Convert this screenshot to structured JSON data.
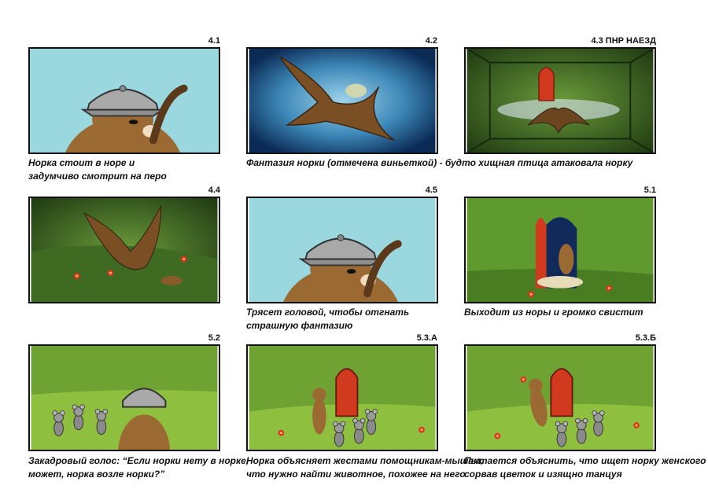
{
  "panels": [
    {
      "number": "4.1",
      "caption": [
        "Норка стоит в норе и",
        "задумчиво смотрит на перо"
      ]
    },
    {
      "number": "4.2",
      "caption": [
        "Фантазия норки (отмечена виньеткой) - будто хищная птица атаковала норку"
      ]
    },
    {
      "number": "4.3 ПНР НАЕЗД",
      "caption": []
    },
    {
      "number": "4.4",
      "caption": []
    },
    {
      "number": "4.5",
      "caption": [
        "Трясет головой, чтобы отгнать",
        "страшную фантазию"
      ]
    },
    {
      "number": "5.1",
      "caption": [
        "Выходит из норы и громко свистит"
      ]
    },
    {
      "number": "5.2",
      "caption": [
        "Закадровый голос: “Если норки нету в норке,",
        "может, норка возле норки?”"
      ]
    },
    {
      "number": "5.3.А",
      "caption": [
        "Норка объясняет жестами помощникам-мышам,",
        "что нужно найти животное, похожее на него"
      ]
    },
    {
      "number": "5.3.Б",
      "caption": [
        "Пытается объяснить, что ищет норку женского пола,",
        "сорвав цветок и изящно танцуя"
      ]
    }
  ]
}
